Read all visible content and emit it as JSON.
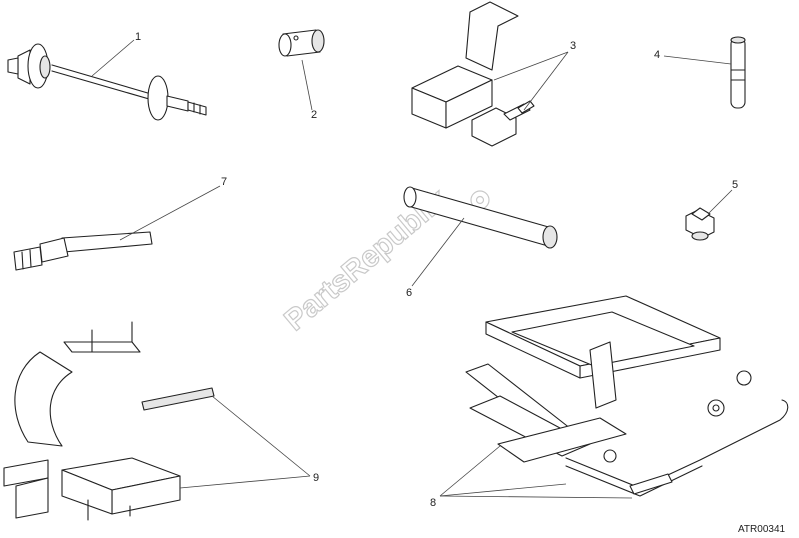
{
  "callouts": {
    "c1": "1",
    "c2": "2",
    "c3": "3",
    "c4": "4",
    "c5": "5",
    "c6": "6",
    "c7": "7",
    "c8": "8",
    "c9": "9"
  },
  "watermark": "PartsRepublik",
  "reference": "ATR00341"
}
